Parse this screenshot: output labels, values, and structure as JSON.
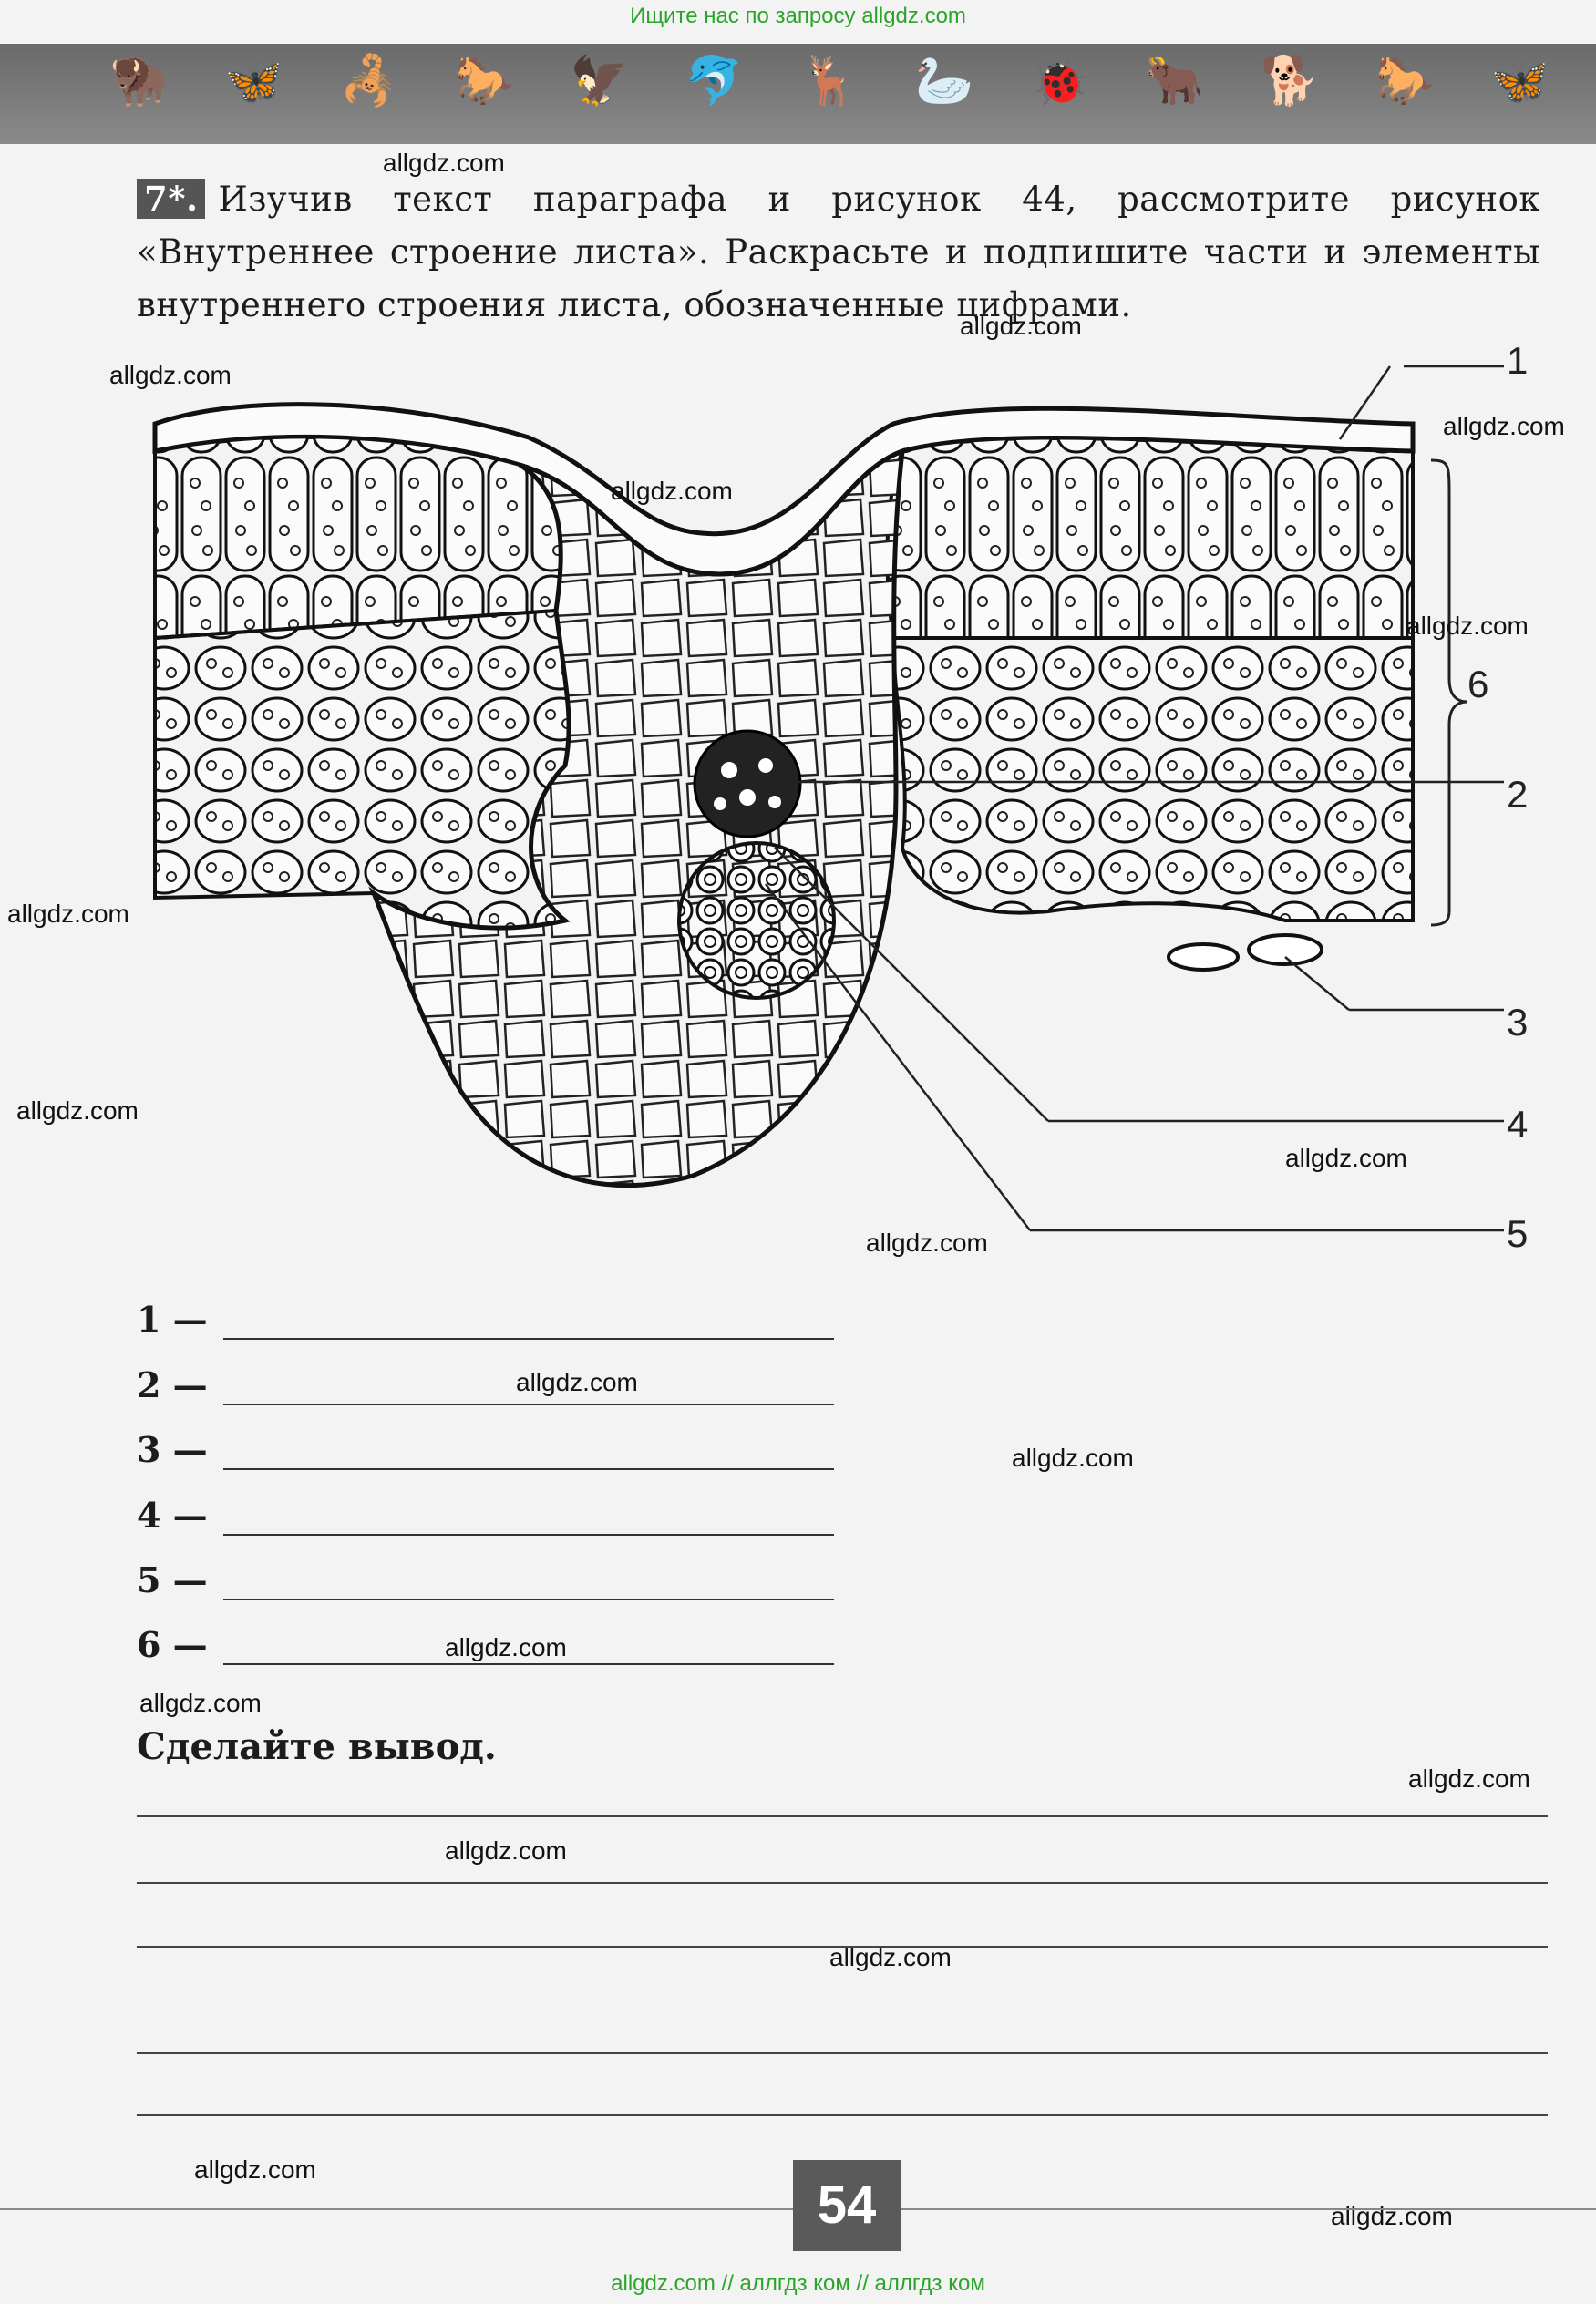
{
  "header": {
    "top_link": "Ищите нас по запросу allgdz.com"
  },
  "banner": {
    "animals": [
      "🦬",
      "🦋",
      "🦂",
      "🐎",
      "🦅",
      "🐬",
      "🦌",
      "🦢",
      "🐞",
      "🐂",
      "🐕",
      "🐎",
      "🦋"
    ]
  },
  "task": {
    "number": "7*.",
    "text": "Изучив текст параграфа и рисунок 44, рассмотрите рисунок «Внутреннее строение листа». Раскрасьте и подпишите части и элементы внутреннего строения листа, обозначенные цифрами."
  },
  "figure": {
    "labels": {
      "l1": "1",
      "l2": "2",
      "l3": "3",
      "l4": "4",
      "l5": "5",
      "l6": "6"
    }
  },
  "answers": [
    "1 —",
    "2 —",
    "3 —",
    "4 —",
    "5 —",
    "6 —"
  ],
  "conclusion": {
    "label": "Сделайте вывод."
  },
  "page_number": "54",
  "watermark": "allgdz.com",
  "footer": "allgdz.com // аллгдз ком // аллгдз ком"
}
